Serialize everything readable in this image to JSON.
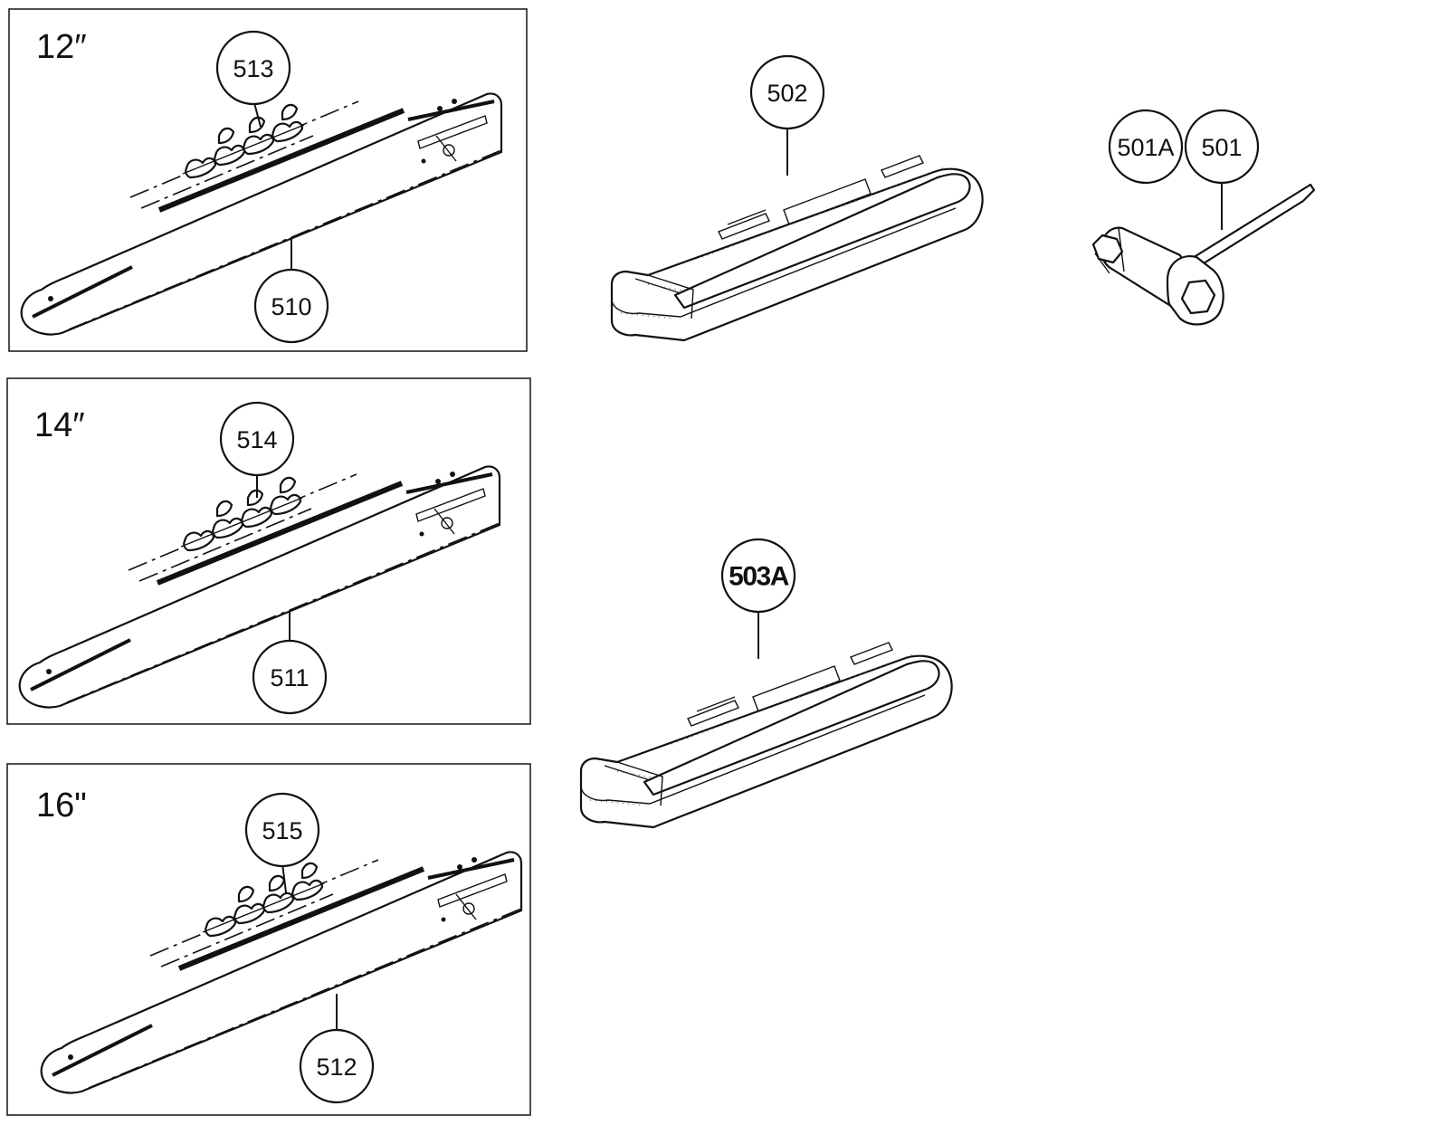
{
  "panels": [
    {
      "size_label": "12″",
      "chain_callout": "513",
      "bar_callout": "510"
    },
    {
      "size_label": "14″",
      "chain_callout": "514",
      "bar_callout": "511"
    },
    {
      "size_label": "16\"",
      "chain_callout": "515",
      "bar_callout": "512"
    }
  ],
  "covers": {
    "upper": {
      "callout": "502"
    },
    "lower": {
      "callout": "503A"
    }
  },
  "tool": {
    "callout_a": "501A",
    "callout_b": "501"
  }
}
